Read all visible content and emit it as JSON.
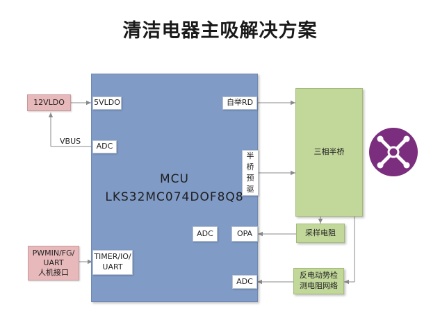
{
  "title": "清洁电器主吸解决方案",
  "mcu": {
    "line1": "MCU",
    "line2": "LKS32MC074DOF8Q8"
  },
  "pins": {
    "ldo5": "5VLDO",
    "adc_vbus": "ADC",
    "zijuerd": "自举RD",
    "halfbridge_predrive": [
      "半",
      "桥",
      "预",
      "驱"
    ],
    "adc_opa": "ADC",
    "opa": "OPA",
    "timer_io_uart": [
      "TIMER/IO/",
      "UART"
    ],
    "adc_bemf": "ADC"
  },
  "external": {
    "ldo12": "12VLDO",
    "vbus": "VBUS",
    "pwmin_interface": [
      "PWMIN/FG/",
      "UART",
      "人机接口"
    ],
    "three_phase_bridge": "三相半桥",
    "sampling_resistor": "采样电阻",
    "bemf_network": [
      "反电动势检",
      "测电阻网络"
    ]
  },
  "colors": {
    "mcu": "#7f9bc6",
    "green_block": "#c2d79a",
    "pink_block": "#e8b9bb",
    "fan_icon": "#7b2d7e",
    "wire": "#8a8a8a"
  },
  "icons": [
    "fan-icon"
  ]
}
